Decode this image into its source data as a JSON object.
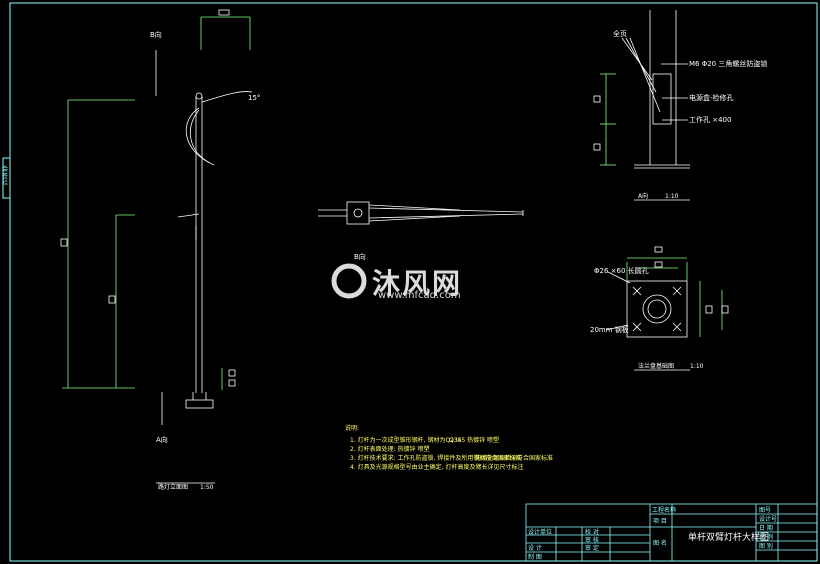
{
  "drawing": {
    "view_b_label": "B向",
    "view_a_label": "A向",
    "arm_angle": "15°",
    "lamp_scale_note": "路灯立面图",
    "lamp_scale": "1:50",
    "side_view_label": "B向",
    "detail_top": {
      "label_top": "全页",
      "anchor_note": "M6 Φ20 三角螺丝防盗锁",
      "power_note": "电源盒-检修孔",
      "work_note": "工作孔 ×400",
      "view_label": "A向",
      "scale": "1:10"
    },
    "flange": {
      "hole_note": "Φ26 ×60 长圆孔",
      "plate_note": "20mm 钢板",
      "title": "法兰盘基础图",
      "scale": "1:10"
    },
    "notes": {
      "heading": "说明:",
      "items": [
        "1. 灯杆为一次成型锥形钢杆, 钢材为Q235",
        "2. 灯杆表面处理: 热镀锌  喷塑",
        "3. 灯杆技术要求: 工作孔防盗锁, 焊接件及所用钢材符合国家标准",
        "4. 灯具及光源规格型号由业主确定, 灯杆高度及臂长详见尺寸标注"
      ],
      "spec_right": "Q345  热镀锌  喷塑",
      "spec_right2": "防腐处理及检测符合国家标准"
    },
    "title_block": {
      "project_label": "工程名称",
      "item_label": "项 目",
      "drawing_name_label": "图 名",
      "drawing_title": "单杆双臂灯杆大样图",
      "company_label": "设计单位",
      "design_label": "设 计",
      "draw_label": "制 图",
      "check_label": "校 对",
      "review_label": "审 核",
      "approve_label": "审 定",
      "right_labels": [
        "图号",
        "设计号",
        "日 期",
        "比 例",
        "图 别"
      ],
      "left_side_tab": "会签栏"
    },
    "watermark": {
      "brand": "沐风网",
      "url": "www.mfcad.com"
    }
  },
  "colors": {
    "background": "#000000",
    "line": "#ffffff",
    "dimension": "#7dff7d",
    "frame": "#8ff",
    "accent": "#ffff66"
  }
}
